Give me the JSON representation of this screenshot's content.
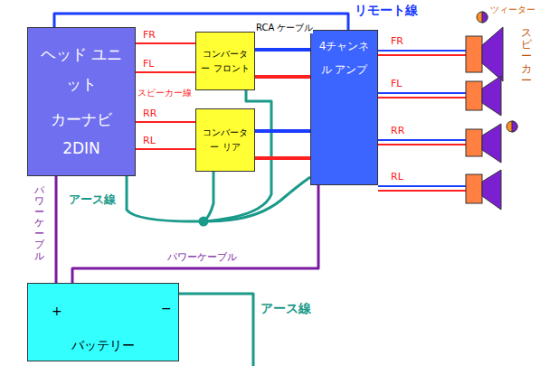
{
  "diagram": {
    "nodes": [
      {
        "text": [
          "ヘッド ユニット",
          "カーナビ 2DIN"
        ]
      },
      {
        "text": [
          "コンバーター フロント"
        ]
      },
      {
        "text": [
          "コンバーター リア"
        ]
      },
      {
        "text": [
          "4チャンネル アンプ"
        ]
      },
      {
        "text": [
          "バッテリー"
        ]
      }
    ],
    "edges": [
      {
        "from": 0,
        "to": 1,
        "label": "FR",
        "arrow": "none"
      },
      {
        "from": 0,
        "to": 1,
        "label": "FL",
        "arrow": "none"
      },
      {
        "from": 0,
        "to": 2,
        "label": "RR",
        "arrow": "none"
      },
      {
        "from": 0,
        "to": 2,
        "label": "RL",
        "arrow": "none"
      },
      {
        "from": 1,
        "to": 3,
        "arrow": "none"
      },
      {
        "from": 2,
        "to": 3,
        "arrow": "none"
      },
      {
        "from": 0,
        "to": 3,
        "label": "リモート線",
        "arrow": "none"
      },
      {
        "from": 4,
        "to": 0,
        "label": "パワーケーブル",
        "arrow": "none"
      },
      {
        "from": 4,
        "to": 3,
        "label": "パワーケーブル",
        "arrow": "none"
      }
    ],
    "labels": [
      "スピーカー線",
      "RCA ケーブル",
      "FR",
      "FL",
      "RR",
      "RL",
      "ツィーター",
      "スピーカー",
      "アース線",
      "アース線",
      "+",
      "−"
    ]
  }
}
